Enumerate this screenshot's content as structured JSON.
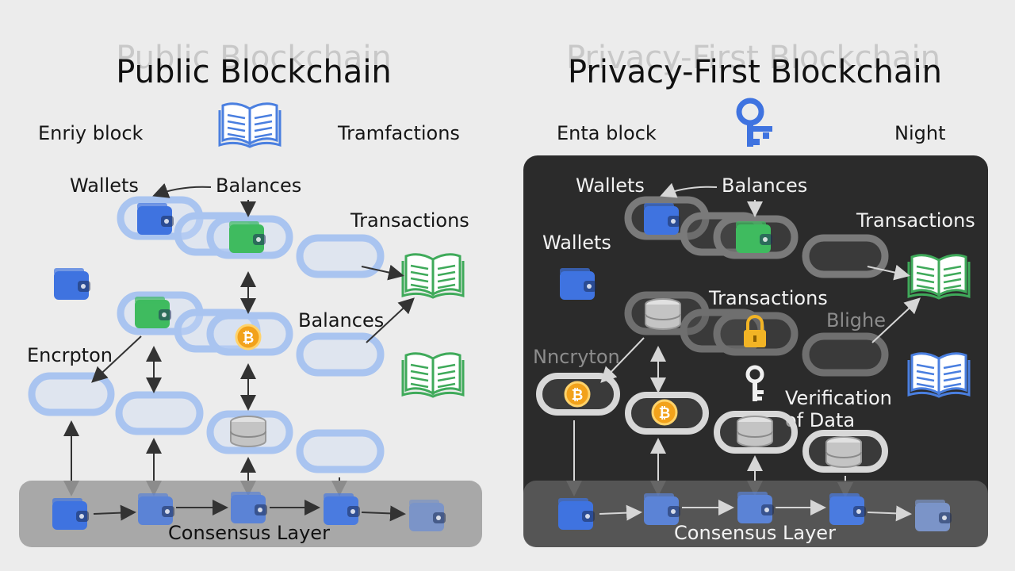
{
  "left": {
    "title": "Public Blockchain",
    "title_ghost": "Public Blockchain",
    "label_top_left": "Enriy block",
    "label_top_right": "Tramfactions",
    "wallets": "Wallets",
    "balances_top": "Balances",
    "transactions": "Transactions",
    "balances_mid": "Balances",
    "encryption": "Encrpton",
    "consensus": "Consensus Layer"
  },
  "right": {
    "title": "Privacy-First Blockchain",
    "title_ghost": "Privacy-First Blockchain",
    "label_top_left": "Enta block",
    "label_top_right": "Night",
    "wallets": "Wallets",
    "balances": "Balances",
    "transactions_top": "Transactions",
    "wallets_side": "Wallets",
    "transactions_mid": "Transactions",
    "blighe": "Blighe",
    "encryption": "Nncryton",
    "verification_1": "Verification",
    "verification_2": "of Data",
    "consensus": "Consensus Layer"
  },
  "icons": {
    "book": "open-book-icon",
    "key": "key-icon",
    "wallet": "wallet-icon",
    "coin": "bitcoin-coin-icon",
    "lock": "padlock-icon",
    "database": "database-icon"
  },
  "colors": {
    "page_bg": "#ececec",
    "dark_panel": "#2b2b2b",
    "chain_blue": "#a9c4f0",
    "wallet_blue": "#3f73e0",
    "wallet_green": "#3fbb5f",
    "coin": "#f2a21b",
    "book_green": "#3faa5a",
    "book_blue": "#4a7fe0"
  }
}
